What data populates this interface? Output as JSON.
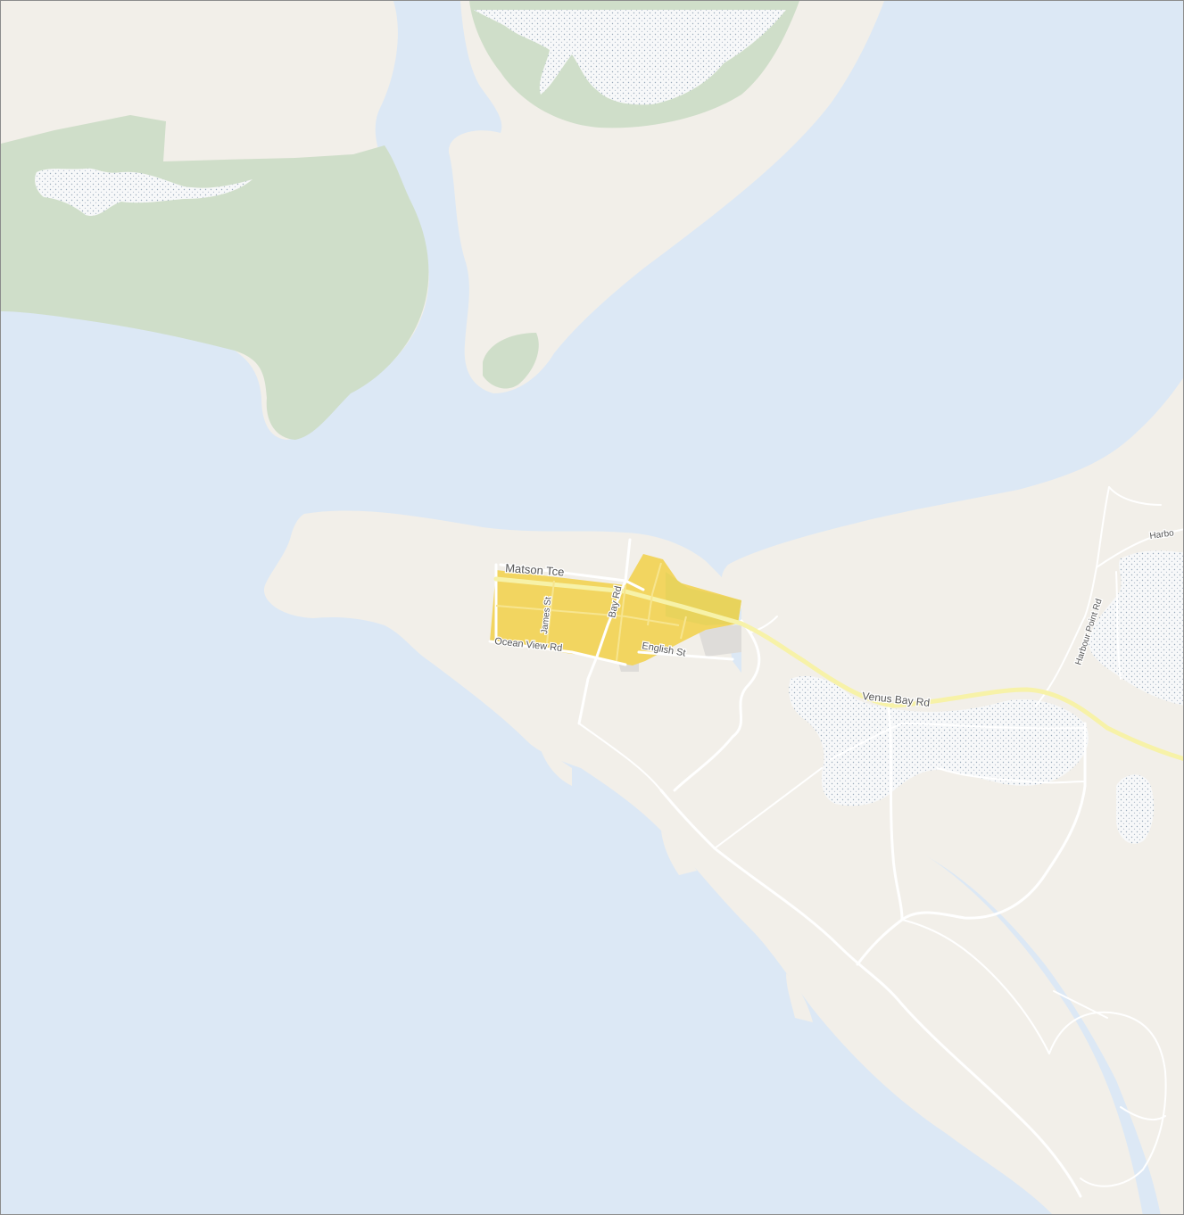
{
  "map": {
    "colors": {
      "water": "#dce8f5",
      "land": "#f2efe9",
      "park": "#cfdec9",
      "wetland": "#f7f8f9",
      "wetland_dots": "#9aaabb",
      "urban": "#f2d560",
      "urban_dark": "#e8d35c",
      "highway": "#f7f2a8",
      "road": "#ffffff",
      "built_grey": "#dedcd9"
    },
    "road_labels": {
      "matson_tce": "Matson Tce",
      "james_st": "James St",
      "bay_rd": "Bay Rd",
      "ocean_view_rd": "Ocean View Rd",
      "english_st": "English St",
      "venus_bay_rd": "Venus Bay Rd",
      "harbour_point_rd": "Harbour Point Rd",
      "harbo": "Harbo"
    }
  }
}
